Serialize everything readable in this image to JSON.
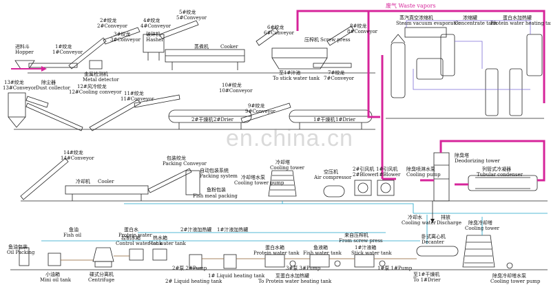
{
  "watermark": "en.china.cn",
  "colors": {
    "vapor": "#d6249a",
    "water": "#1aa3c8",
    "steam": "#7b6bd6",
    "line": "#222222"
  },
  "labels": {
    "waste_vapors": "废气 Waste vapors",
    "hopper_cn": "进料斗",
    "hopper_en": "Hopper",
    "c1_cn": "1#绞龙",
    "c1_en": "1#Conveyor",
    "c2_cn": "2#绞龙",
    "c2_en": "2#Conveyor",
    "c3_cn": "3#绞龙",
    "c3_en": "3#Conveyor",
    "c4_cn": "4#绞龙",
    "c4_en": "4#Conveyor",
    "c5_cn": "5#绞龙",
    "c5_en": "5#Conveyor",
    "hasher_cn": "破碎机",
    "hasher_en": "Hasher",
    "cooker_cn": "蒸煮机",
    "cooker_en": "Cooker",
    "metal_cn": "金属检测机",
    "metal_en": "Metal detector",
    "c6_cn": "6#绞龙",
    "c6_en": "6#Conveyor",
    "c7_cn": "7#绞龙",
    "c7_en": "7#Conveyor",
    "c8_cn": "8#绞龙",
    "c8_en": "8#Conveyor",
    "press_cn": "压榨机",
    "press_en": "Screw press",
    "stick_cn": "至1#汁池",
    "stick_en": "To stick water tank",
    "evap_cn": "蒸汽真空浓缩机",
    "evap_en": "Steam vacuum evaporator",
    "conc_cn": "浓缩罐",
    "conc_en": "Concentrate tank",
    "phwt_cn": "蛋白水加热罐",
    "phwt_en": "Protein water heating tank",
    "c13_cn": "13#绞龙",
    "c13_en": "13#Conveyor",
    "dust_cn": "除尘器",
    "dust_en": "Dust collector",
    "c12_cn": "12#风冷绞龙",
    "c12_en": "12#Cooling conveyor",
    "c11_cn": "11#绞龙",
    "c11_en": "11#Conveyor",
    "c10_cn": "10#绞龙",
    "c10_en": "10#Conveyor",
    "c9_cn": "9#绞龙",
    "c9_en": "9#Conveyor",
    "drier2_cn": "2#干燥机",
    "drier2_en": "2#Drier",
    "drier1_cn": "1#干燥机",
    "drier1_en": "1#Drier",
    "c14_cn": "14#绞龙",
    "c14_en": "14#Conveyor",
    "pack_conv_cn": "包装绞龙",
    "pack_conv_en": "Packing Conveyor",
    "pack_sys_cn": "自动包装系统",
    "pack_sys_en": "Packing system",
    "cooler_cn": "冷却机",
    "cooler_en": "Cooler",
    "fmp_cn": "鱼粉包装",
    "fmp_en": "Fish meal packing",
    "ctp_cn": "冷却塔水泵",
    "ctp_en": "Cooling tower pump",
    "ct_cn": "冷却塔",
    "ct_en": "Cooling tower",
    "ac_cn": "空压机",
    "ac_en": "Air compressor",
    "b2_cn": "2#引风机",
    "b2_en": "2#Blower",
    "b1_cn": "1#引风机",
    "b1_en": "1#Blower",
    "deo_cn": "除臭塔",
    "deo_en": "Deodorizing tower",
    "deo_pump_cn": "除臭喷淋水泵",
    "deo_pump_en": "Cooling pump",
    "tube_cn": "列管式冷凝器",
    "tube_en": "Tubular condenser",
    "cw_cn": "冷却水",
    "cw_en": "Cooling water",
    "dis_cn": "排放",
    "dis_en": "Discharge",
    "fo_cn": "鱼油",
    "fo_en": "Fish oil",
    "pw_cn": "蛋白水",
    "pw_en": "Protein water",
    "op_cn": "鱼油包装",
    "op_en": "Oil Packing",
    "mini_cn": "小油箱",
    "mini_en": "Mini oil tank",
    "cent_cn": "碟式分离机",
    "cent_en": "Centrifuge",
    "cwt_cn": "控制水箱",
    "cwt_en": "Control water tank",
    "hwt_cn": "热水箱",
    "hwt_en": "Hot water tank",
    "lh1_cn": "1#汁液加热罐",
    "lh1_en": "1# Liquid heating tank",
    "lh2_cn": "2#汁液加热罐",
    "lh2_en": "2# Liquid heating tank",
    "pwt_cn": "蛋白水箱",
    "pwt_en": "Protein water tank",
    "fwt_cn": "鱼液箱",
    "fwt_en": "Fish water tank",
    "fsp_cn": "来自压榨机",
    "fsp_en": "From screw press",
    "swt_cn": "1#汁液箱",
    "swt_en": "Stick water tank",
    "p2": "2#泵 2#Pump",
    "p3": "3#泵 3#Pump",
    "p1": "1#泵 1#Pump",
    "dec_cn": "卧式离心机",
    "dec_en": "Decanter",
    "to_drier_cn": "至1#干燥机",
    "to_drier_en": "To 1#Drier",
    "to_pwht_cn": "至蛋白水加热罐",
    "to_pwht_en": "To Protein water heating tank",
    "dct_cn": "除臭冷却塔",
    "dct_en": "Cooling tower",
    "dctp_cn": "除臭冷却塔水泵",
    "dctp_en": "Cooling tower pump"
  }
}
